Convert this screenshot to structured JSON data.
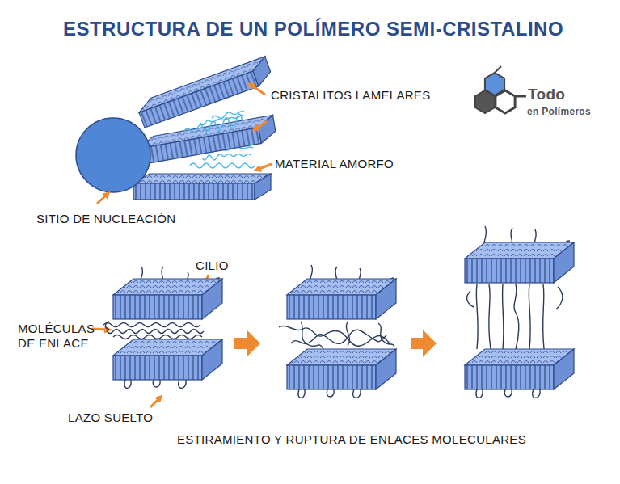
{
  "diagram": {
    "title": "ESTRUCTURA DE UN POLÍMERO SEMI-CRISTALINO",
    "caption": "ESTIRAMIENTO Y RUPTURA DE ENLACES MOLECULARES",
    "labels": [
      "CRISTALITOS LAMELARES",
      "MATERIAL AMORFO",
      "SITIO DE NUCLEACIÓN",
      "Todo",
      "en Polímeros",
      "CILIO",
      "MOLÉCULAS DE ENLACE",
      "LAZO SUELTO"
    ]
  }
}
